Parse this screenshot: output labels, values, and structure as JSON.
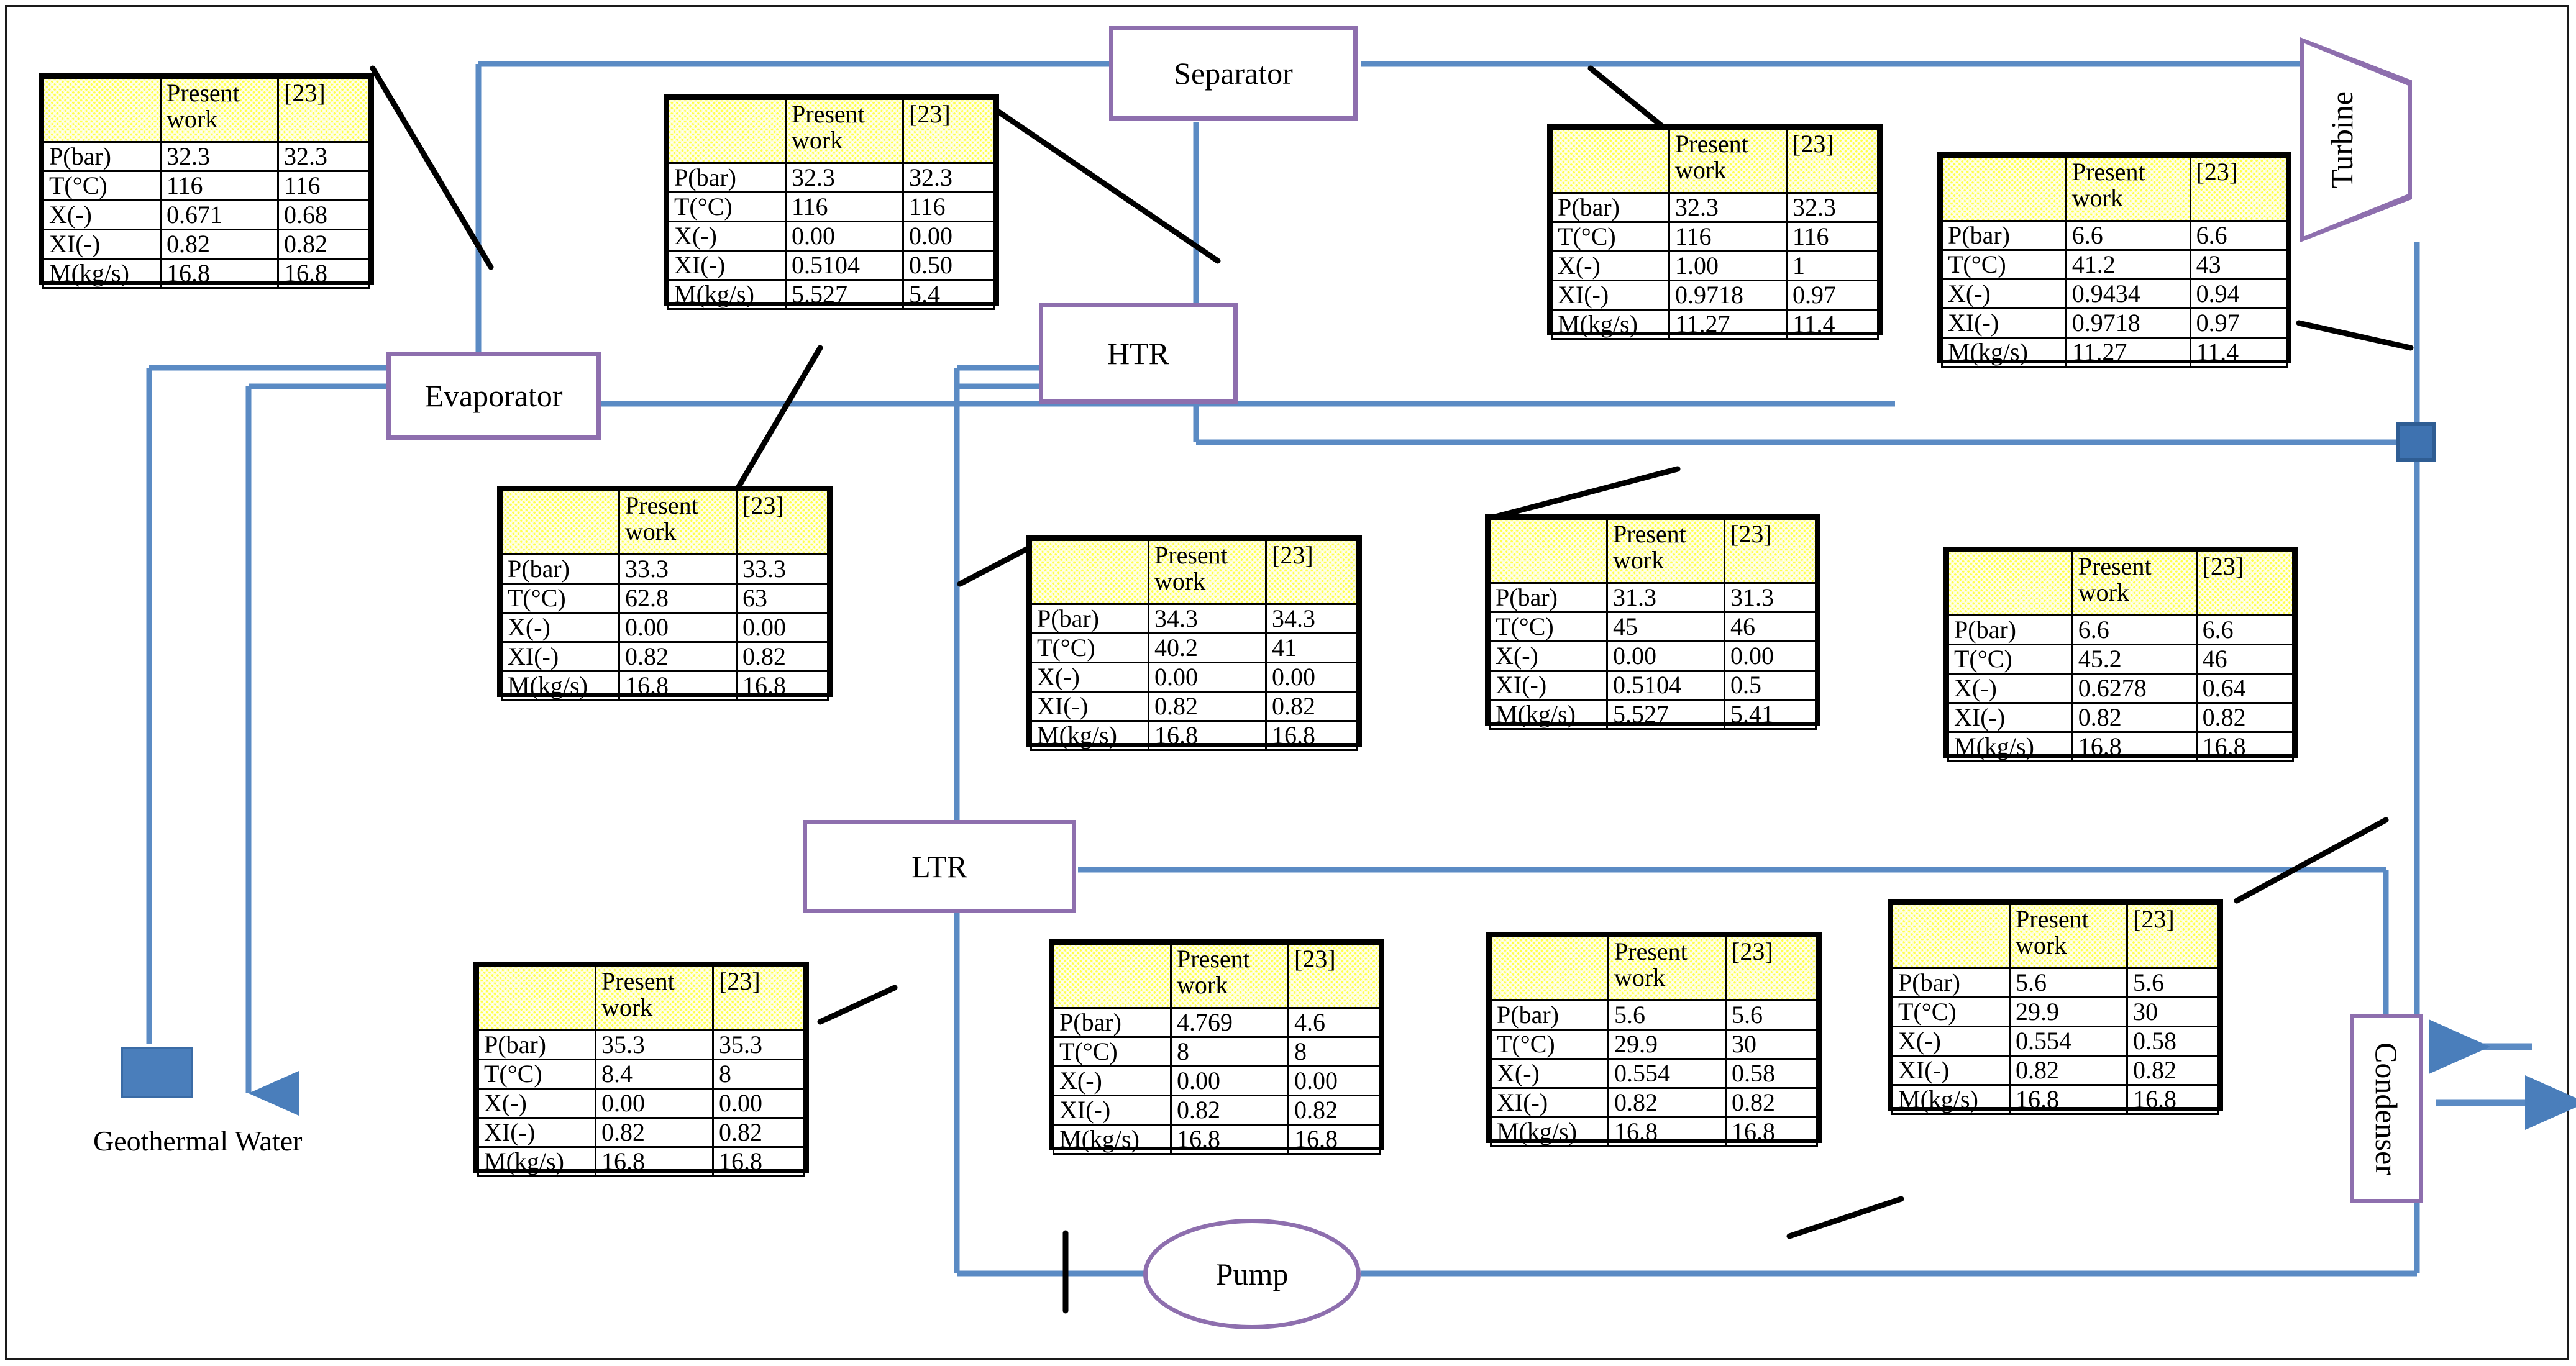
{
  "diagram": {
    "title": "Kalina cycle process flow diagram with state point comparison tables",
    "accent_component": "#8e6fae",
    "accent_stream": "#4a7ebb",
    "table_header_fill": "#ffff4d"
  },
  "table_rows": [
    "P(bar)",
    "T(°C)",
    "X(-)",
    "XI(-)",
    "M(kg/s)"
  ],
  "table_headers": {
    "blank": "",
    "present": "Present work",
    "ref": "[23]"
  },
  "components": [
    {
      "key": "separator",
      "label": "Separator"
    },
    {
      "key": "htr",
      "label": "HTR"
    },
    {
      "key": "evaporator",
      "label": "Evaporator"
    },
    {
      "key": "ltr",
      "label": "LTR"
    },
    {
      "key": "pump",
      "label": "Pump"
    },
    {
      "key": "turbine",
      "label": "Turbine"
    },
    {
      "key": "condenser",
      "label": "Condenser"
    },
    {
      "key": "geothermal",
      "label": "Geothermal Water"
    }
  ],
  "state_tables": [
    {
      "id": "t1",
      "rows": [
        {
          "label": "P(bar)",
          "present": "32.3",
          "ref": "32.3"
        },
        {
          "label": "T(°C)",
          "present": "116",
          "ref": "116"
        },
        {
          "label": "X(-)",
          "present": "0.671",
          "ref": "0.68"
        },
        {
          "label": "XI(-)",
          "present": "0.82",
          "ref": "0.82"
        },
        {
          "label": "M(kg/s)",
          "present": "16.8",
          "ref": "16.8"
        }
      ]
    },
    {
      "id": "t2",
      "rows": [
        {
          "label": "P(bar)",
          "present": "32.3",
          "ref": "32.3"
        },
        {
          "label": "T(°C)",
          "present": "116",
          "ref": "116"
        },
        {
          "label": "X(-)",
          "present": "0.00",
          "ref": "0.00"
        },
        {
          "label": "XI(-)",
          "present": "0.5104",
          "ref": "0.50"
        },
        {
          "label": "M(kg/s)",
          "present": "5.527",
          "ref": "5.4"
        }
      ]
    },
    {
      "id": "t3",
      "rows": [
        {
          "label": "P(bar)",
          "present": "32.3",
          "ref": "32.3"
        },
        {
          "label": "T(°C)",
          "present": "116",
          "ref": "116"
        },
        {
          "label": "X(-)",
          "present": "1.00",
          "ref": "1"
        },
        {
          "label": "XI(-)",
          "present": "0.9718",
          "ref": "0.97"
        },
        {
          "label": "M(kg/s)",
          "present": "11.27",
          "ref": "11.4"
        }
      ]
    },
    {
      "id": "t4",
      "rows": [
        {
          "label": "P(bar)",
          "present": "6.6",
          "ref": "6.6"
        },
        {
          "label": "T(°C)",
          "present": "41.2",
          "ref": "43"
        },
        {
          "label": "X(-)",
          "present": "0.9434",
          "ref": "0.94"
        },
        {
          "label": "XI(-)",
          "present": "0.9718",
          "ref": "0.97"
        },
        {
          "label": "M(kg/s)",
          "present": "11.27",
          "ref": "11.4"
        }
      ]
    },
    {
      "id": "t5",
      "rows": [
        {
          "label": "P(bar)",
          "present": "33.3",
          "ref": "33.3"
        },
        {
          "label": "T(°C)",
          "present": "62.8",
          "ref": "63"
        },
        {
          "label": "X(-)",
          "present": "0.00",
          "ref": "0.00"
        },
        {
          "label": "XI(-)",
          "present": "0.82",
          "ref": "0.82"
        },
        {
          "label": "M(kg/s)",
          "present": "16.8",
          "ref": "16.8"
        }
      ]
    },
    {
      "id": "t6",
      "rows": [
        {
          "label": "P(bar)",
          "present": "34.3",
          "ref": "34.3"
        },
        {
          "label": "T(°C)",
          "present": "40.2",
          "ref": "41"
        },
        {
          "label": "X(-)",
          "present": "0.00",
          "ref": "0.00"
        },
        {
          "label": "XI(-)",
          "present": "0.82",
          "ref": "0.82"
        },
        {
          "label": "M(kg/s)",
          "present": "16.8",
          "ref": "16.8"
        }
      ]
    },
    {
      "id": "t7",
      "rows": [
        {
          "label": "P(bar)",
          "present": "31.3",
          "ref": "31.3"
        },
        {
          "label": "T(°C)",
          "present": "45",
          "ref": "46"
        },
        {
          "label": "X(-)",
          "present": "0.00",
          "ref": "0.00"
        },
        {
          "label": "XI(-)",
          "present": "0.5104",
          "ref": "0.5"
        },
        {
          "label": "M(kg/s)",
          "present": "5.527",
          "ref": "5.41"
        }
      ]
    },
    {
      "id": "t8",
      "rows": [
        {
          "label": "P(bar)",
          "present": "6.6",
          "ref": "6.6"
        },
        {
          "label": "T(°C)",
          "present": "45.2",
          "ref": "46"
        },
        {
          "label": "X(-)",
          "present": "0.6278",
          "ref": "0.64"
        },
        {
          "label": "XI(-)",
          "present": "0.82",
          "ref": "0.82"
        },
        {
          "label": "M(kg/s)",
          "present": "16.8",
          "ref": "16.8"
        }
      ]
    },
    {
      "id": "t9",
      "rows": [
        {
          "label": "P(bar)",
          "present": "35.3",
          "ref": "35.3"
        },
        {
          "label": "T(°C)",
          "present": "8.4",
          "ref": "8"
        },
        {
          "label": "X(-)",
          "present": "0.00",
          "ref": "0.00"
        },
        {
          "label": "XI(-)",
          "present": "0.82",
          "ref": "0.82"
        },
        {
          "label": "M(kg/s)",
          "present": "16.8",
          "ref": "16.8"
        }
      ]
    },
    {
      "id": "t10",
      "rows": [
        {
          "label": "P(bar)",
          "present": "4.769",
          "ref": "4.6"
        },
        {
          "label": "T(°C)",
          "present": "8",
          "ref": "8"
        },
        {
          "label": "X(-)",
          "present": "0.00",
          "ref": "0.00"
        },
        {
          "label": "XI(-)",
          "present": "0.82",
          "ref": "0.82"
        },
        {
          "label": "M(kg/s)",
          "present": "16.8",
          "ref": "16.8"
        }
      ]
    },
    {
      "id": "t11",
      "rows": [
        {
          "label": "P(bar)",
          "present": "5.6",
          "ref": "5.6"
        },
        {
          "label": "T(°C)",
          "present": "29.9",
          "ref": "30"
        },
        {
          "label": "X(-)",
          "present": "0.554",
          "ref": "0.58"
        },
        {
          "label": "XI(-)",
          "present": "0.82",
          "ref": "0.82"
        },
        {
          "label": "M(kg/s)",
          "present": "16.8",
          "ref": "16.8"
        }
      ]
    },
    {
      "id": "t12",
      "rows": [
        {
          "label": "P(bar)",
          "present": "5.6",
          "ref": "5.6"
        },
        {
          "label": "T(°C)",
          "present": "29.9",
          "ref": "30"
        },
        {
          "label": "X(-)",
          "present": "0.554",
          "ref": "0.58"
        },
        {
          "label": "XI(-)",
          "present": "0.82",
          "ref": "0.82"
        },
        {
          "label": "M(kg/s)",
          "present": "16.8",
          "ref": "16.8"
        }
      ]
    }
  ]
}
